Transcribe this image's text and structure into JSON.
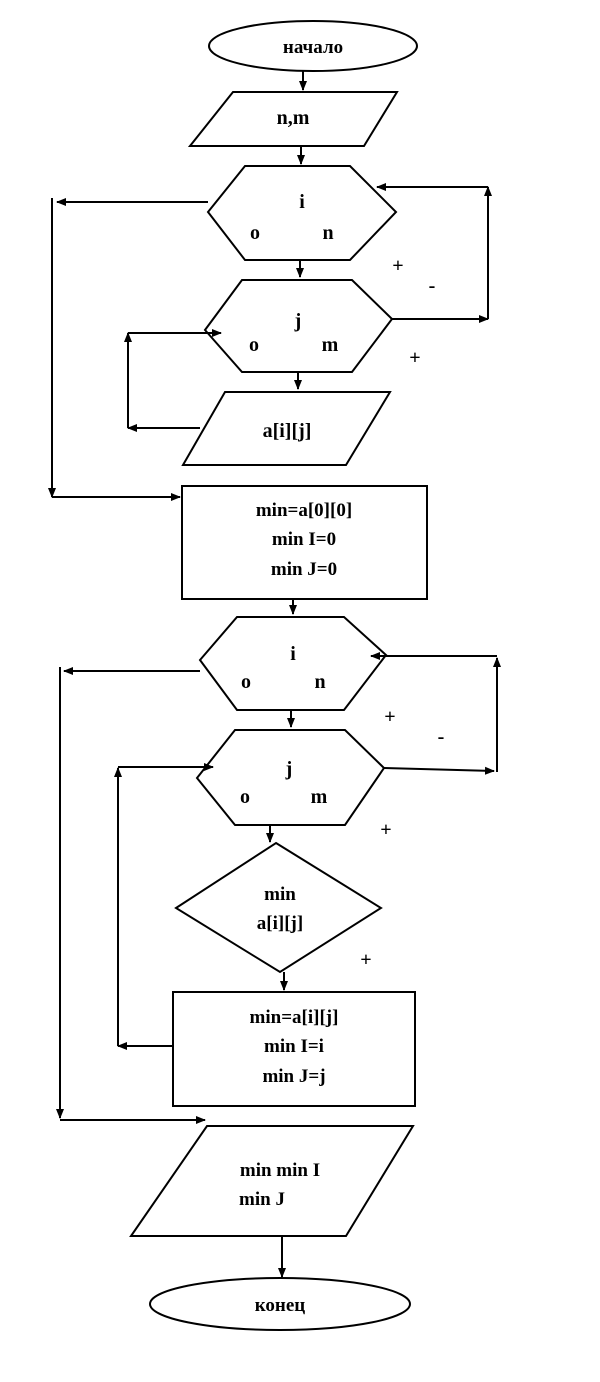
{
  "start_label": "начало",
  "input_label": "n,m",
  "loop1": {
    "var": "i",
    "from": "o",
    "to": "n"
  },
  "loop2": {
    "var": "j",
    "from": "o",
    "to": "m"
  },
  "input_matrix_label": "a[i][j]",
  "init_lines": [
    "min=a[0][0]",
    "min I=0",
    "min J=0"
  ],
  "loop3": {
    "var": "i",
    "from": "o",
    "to": "n"
  },
  "loop4": {
    "var": "j",
    "from": "o",
    "to": "m"
  },
  "condition_lines": [
    "min",
    "a[i][j]"
  ],
  "assign_lines": [
    "min=a[i][j]",
    "min I=i",
    "min J=j"
  ],
  "output_lines": [
    "min min I",
    "min J"
  ],
  "end_label": "конец",
  "branch_labels": {
    "plus": "+",
    "minus": "-"
  }
}
